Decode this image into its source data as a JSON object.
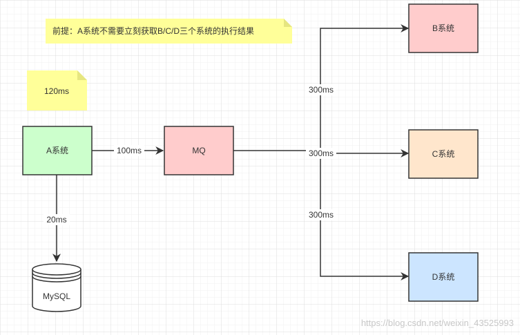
{
  "note_premise": {
    "text": "前提：A系统不需要立刻获取B/C/D三个系统的执行结果",
    "fill": "#ffff99"
  },
  "note_latency": {
    "text": "120ms",
    "fill": "#ffff99"
  },
  "nodes": {
    "a": {
      "label": "A系统",
      "fill": "#ccffcc"
    },
    "mq": {
      "label": "MQ",
      "fill": "#ffcccc"
    },
    "b": {
      "label": "B系统",
      "fill": "#ffcccc"
    },
    "c": {
      "label": "C系统",
      "fill": "#ffe6cc"
    },
    "d": {
      "label": "D系统",
      "fill": "#cce5ff"
    },
    "mysql": {
      "label": "MySQL"
    }
  },
  "edges": {
    "a_to_mq": "100ms",
    "a_to_mysql": "20ms",
    "mq_to_b": "300ms",
    "mq_to_c": "300ms",
    "mq_to_d": "300ms"
  },
  "watermark": "https://blog.csdn.net/weixin_43525993"
}
